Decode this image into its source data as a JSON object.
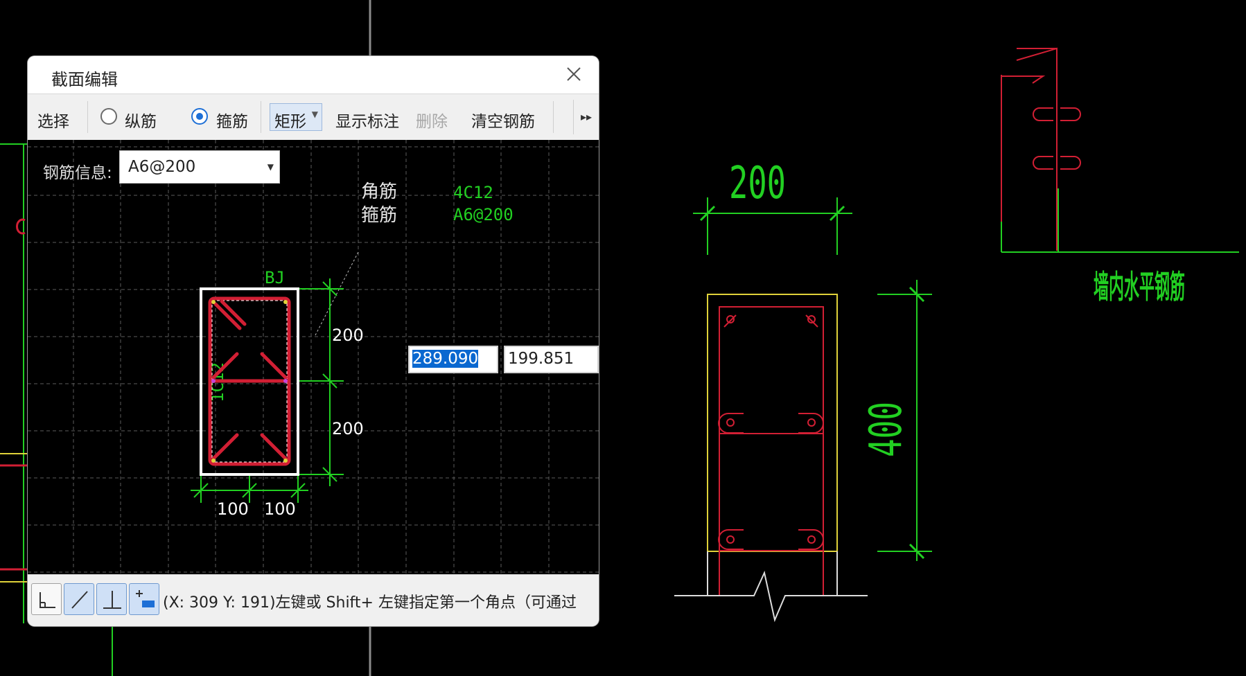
{
  "window": {
    "title": "截面编辑"
  },
  "toolbar": {
    "select": "选择",
    "longitudinal": "纵筋",
    "stirrup": "箍筋",
    "selected_mode": "stirrup",
    "shape": "矩形",
    "show_annotation": "显示标注",
    "delete": "删除",
    "clear_rebar": "清空钢筋"
  },
  "rebar_info": {
    "label": "钢筋信息:",
    "value": "A6@200"
  },
  "section": {
    "legend_corner": "角筋",
    "legend_stirrup": "箍筋",
    "corner_value": "4C12",
    "stirrup_value": "A6@200",
    "top_label": "BJ",
    "side_label": "1C12",
    "dim_h1": "200",
    "dim_h2": "200",
    "dim_w1": "100",
    "dim_w2": "100"
  },
  "coord_input": {
    "x": "289.090",
    "y": "199.851"
  },
  "status": {
    "text": "(X: 309 Y: 191)左键或 Shift+ 左键指定第一个角点（可通过"
  },
  "drawing": {
    "top_dim": "200",
    "side_dim": "400",
    "wall_label": "墙内水平钢筋"
  },
  "colors": {
    "rebar_red": "#d21f34",
    "dim_green": "#22d022",
    "outline_yellow": "#e0d23a",
    "accent_blue": "#1d6fd6"
  }
}
